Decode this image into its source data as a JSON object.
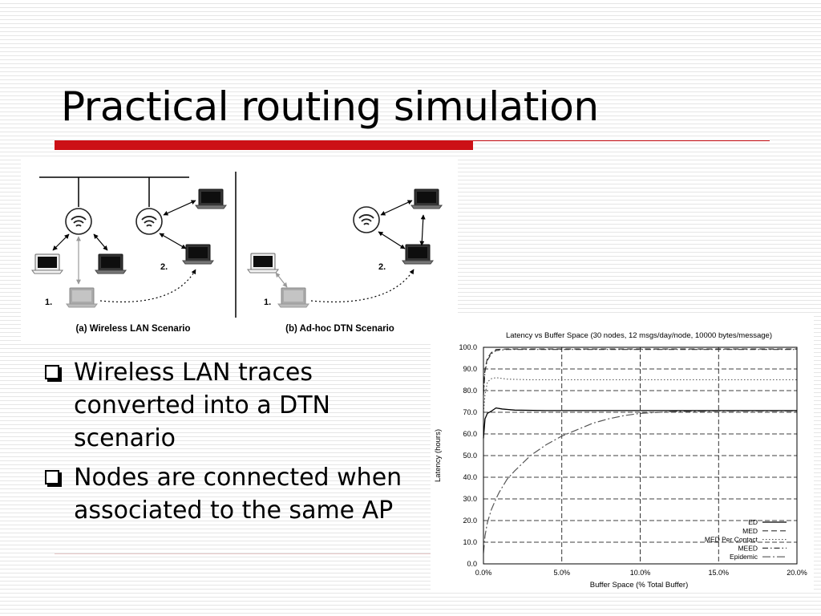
{
  "slide": {
    "title": "Practical routing simulation"
  },
  "diagram": {
    "caption_a": "(a) Wireless LAN Scenario",
    "caption_b": "(b) Ad-hoc DTN Scenario",
    "step1": "1.",
    "step2": "2."
  },
  "bullets": [
    "Wireless LAN traces converted into a DTN scenario",
    "Nodes are connected when associated to the same AP"
  ],
  "chart_data": {
    "type": "line",
    "title": "Latency vs Buffer Space (30 nodes, 12 msgs/day/node, 10000 bytes/message)",
    "xlabel": "Buffer Space (% Total Buffer)",
    "ylabel": "Latency (hours)",
    "xlim": [
      0,
      20
    ],
    "ylim": [
      0,
      100
    ],
    "x_ticks": [
      "0.0%",
      "5.0%",
      "10.0%",
      "15.0%",
      "20.0%"
    ],
    "y_ticks": [
      "0.0",
      "10.0",
      "20.0",
      "30.0",
      "40.0",
      "50.0",
      "60.0",
      "70.0",
      "80.0",
      "90.0",
      "100.0"
    ],
    "grid": true,
    "legend_position": "bottom-right",
    "series": [
      {
        "name": "ED",
        "dash": "solid",
        "x": [
          0,
          0.1,
          0.25,
          0.5,
          0.8,
          1.2,
          2,
          4,
          8,
          12,
          16,
          20
        ],
        "y": [
          58,
          67,
          69.5,
          70.5,
          72,
          71.5,
          71,
          70.8,
          70.8,
          70.8,
          70.8,
          70.8
        ]
      },
      {
        "name": "MED",
        "dash": "dashed",
        "x": [
          0,
          0.1,
          0.25,
          0.5,
          0.8,
          1.5,
          3,
          6,
          10,
          15,
          20
        ],
        "y": [
          80,
          90,
          95,
          97.5,
          99,
          99.2,
          99.2,
          99.2,
          99.2,
          99.2,
          99.2
        ]
      },
      {
        "name": "MED Per Contact",
        "dash": "dotted",
        "x": [
          0,
          0.1,
          0.25,
          0.5,
          0.8,
          1.5,
          3,
          6,
          10,
          15,
          20
        ],
        "y": [
          70,
          78,
          84,
          85.5,
          86,
          85.3,
          85,
          85,
          85,
          85,
          85
        ]
      },
      {
        "name": "MEED",
        "dash": "dash-dot",
        "x": [
          0,
          0.1,
          0.25,
          0.5,
          0.8,
          1.5,
          3,
          6,
          10,
          15,
          20
        ],
        "y": [
          78,
          89,
          94,
          97,
          98.5,
          99,
          99,
          99,
          99,
          99,
          99
        ]
      },
      {
        "name": "Epidemic",
        "dash": "long-dash-dot",
        "x": [
          0,
          0.1,
          0.25,
          0.5,
          0.8,
          1,
          1.5,
          2,
          3,
          4,
          5,
          6,
          7,
          8,
          9,
          10,
          12,
          15,
          20
        ],
        "y": [
          5,
          13,
          19,
          25,
          30,
          33,
          39,
          43,
          50,
          55,
          59,
          62,
          65,
          67,
          68.5,
          69.5,
          70.3,
          70.5,
          70.5
        ]
      }
    ]
  }
}
